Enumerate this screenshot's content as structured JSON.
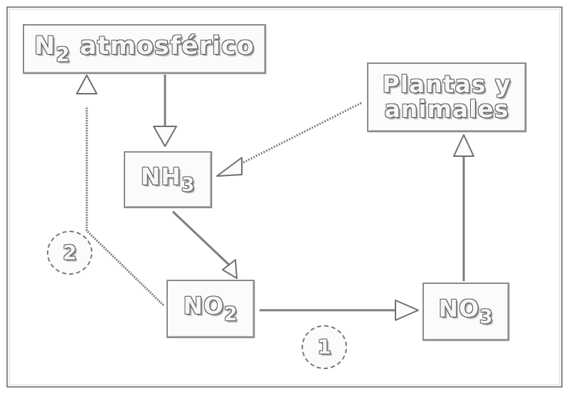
{
  "diagram": {
    "n2": {
      "main": "N",
      "sub": "2",
      "rest": " atmosférico"
    },
    "plants": {
      "line1": "Plantas y",
      "line2": "animales"
    },
    "nh3": {
      "main": "NH",
      "sub": "3"
    },
    "no2": {
      "main": "NO",
      "sub": "2"
    },
    "no3": {
      "main": "NO",
      "sub": "3"
    },
    "marker1": "1",
    "marker2": "2"
  },
  "colors": {
    "line": "#7d7d7d",
    "arrowhead_fill": "#fbfbfb",
    "text_outline": "#5f5f5f"
  }
}
